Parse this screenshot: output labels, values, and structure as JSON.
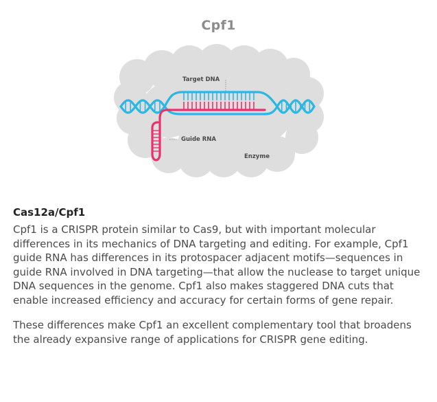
{
  "figure": {
    "title": "Cpf1",
    "labels": {
      "target_dna": "Target DNA",
      "guide_rna": "Guide RNA",
      "enzyme": "Enzyme"
    },
    "colors": {
      "dna": "#2ab7e4",
      "rna": "#e8316f",
      "enzyme": "#dedede",
      "title": "#8c8c8c"
    }
  },
  "article": {
    "heading": "Cas12a/Cpf1",
    "paragraphs": [
      "Cpf1 is a CRISPR protein similar to Cas9, but with important molecular differences in its mechanics of DNA targeting and editing. For example, Cpf1 guide RNA has differences in its protospacer adjacent motifs—sequences in guide RNA involved in DNA targeting—that allow the nuclease to target unique DNA sequences in the genome. Cpf1 also makes staggered DNA cuts that enable increased efficiency and accuracy for certain forms of gene repair.",
      "These differences make Cpf1 an excellent complementary tool that broadens the already expansive range of applications for CRISPR gene editing."
    ]
  }
}
